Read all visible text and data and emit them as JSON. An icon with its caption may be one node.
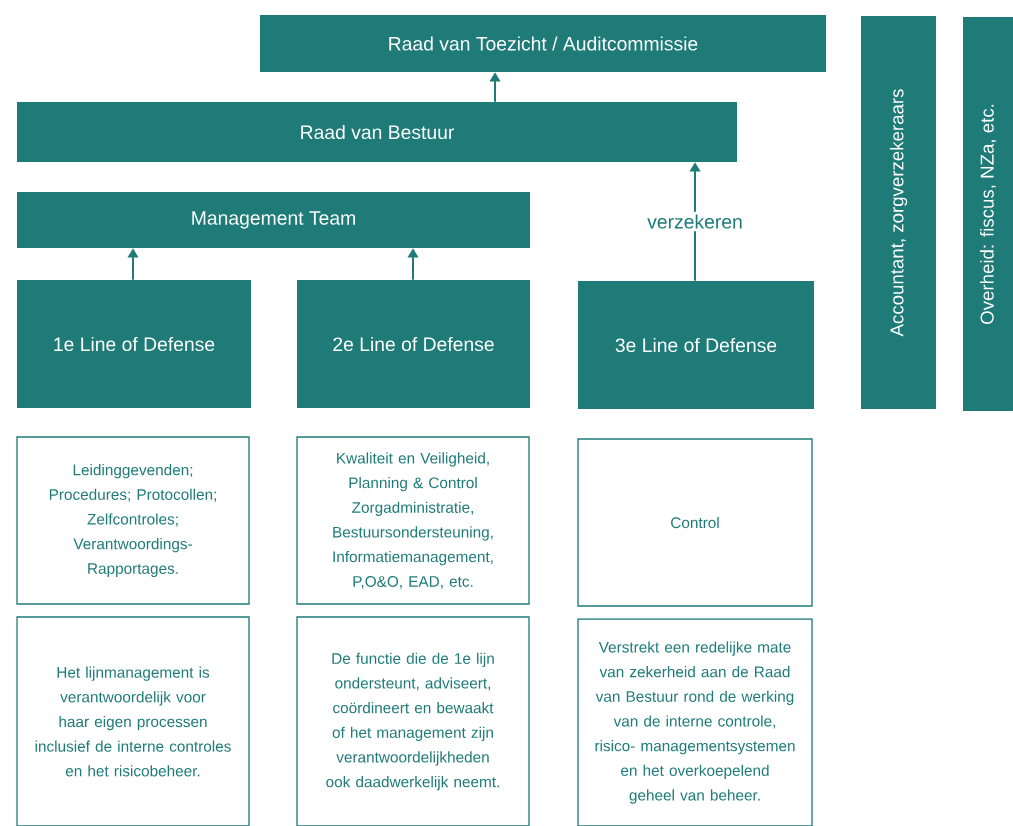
{
  "diagram": {
    "nodes": [
      {
        "text": [
          "Raad van Toezicht / Auditcommissie"
        ]
      },
      {
        "text": [
          "Raad van Bestuur"
        ]
      },
      {
        "text": [
          "Management Team"
        ]
      },
      {
        "text": [
          "1e Line of Defense"
        ]
      },
      {
        "text": [
          "2e Line of Defense"
        ]
      },
      {
        "text": [
          "3e Line of Defense"
        ]
      },
      {
        "text": [
          "Accountant, zorgverzekeraars"
        ]
      },
      {
        "text": [
          "Overheid: fiscus, NZa, etc."
        ]
      },
      {
        "text": [
          "Leidinggevenden; Procedures; Protocollen; Zelfcontroles; Verantwoordings- Rapportages."
        ]
      },
      {
        "text": [
          "Kwaliteit en Veiligheid, Planning & Control Zorgadministratie, Bestuursondersteuning, Informatiemanagement, P,O&O, EAD, etc."
        ]
      },
      {
        "text": [
          "Control"
        ]
      },
      {
        "text": [
          "Het lijnmanagement is verantwoordelijk voor haar eigen processen inclusief de interne controles en het risicobeheer."
        ]
      },
      {
        "text": [
          "De functie die de 1e lijn ondersteunt, adviseert, coördineert en bewaakt of het management zijn verantwoordelijkheden ook daadwerkelijk neemt."
        ]
      },
      {
        "text": [
          "Verstrekt een redelijke mate van zekerheid aan de Raad van Bestuur rond de werking van de interne controle, risico- managementsystemen en het overkoepelend geheel van beheer."
        ]
      }
    ],
    "edges": [
      {
        "from": 1,
        "to": 0,
        "arrow": "to"
      },
      {
        "from": 3,
        "to": 2,
        "arrow": "to"
      },
      {
        "from": 4,
        "to": 2,
        "arrow": "to"
      },
      {
        "from": 5,
        "to": 1,
        "arrow": "to",
        "label": "verzekeren"
      }
    ]
  }
}
